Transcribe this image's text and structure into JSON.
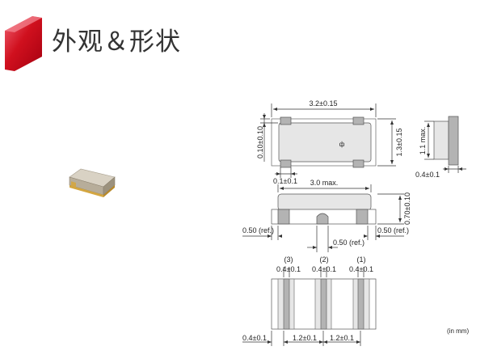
{
  "header": {
    "title": "外观＆形状"
  },
  "top_view": {
    "length": "3.2±0.15",
    "height": "1.3±0.15",
    "terminal_offset": "0.10±0.10",
    "terminal_inset": "0.1±0.1",
    "marking": "ф"
  },
  "side_view": {
    "height_max": "1.1 max.",
    "terminal_width": "0.4±0.1"
  },
  "front_view": {
    "body_length": "3.0 max.",
    "thickness": "0.70±0.10",
    "left_ref": "0.50 (ref.)",
    "right_ref": "0.50 (ref.)",
    "center_ref": "0.50 (ref.)"
  },
  "bottom_view": {
    "pins": [
      {
        "label": "(3)",
        "width": "0.4±0.1"
      },
      {
        "label": "(2)",
        "width": "0.4±0.1"
      },
      {
        "label": "(1)",
        "width": "0.4±0.1"
      }
    ],
    "edge": "0.4±0.1",
    "pitch_1": "1.2±0.1",
    "pitch_2": "1.2±0.1"
  },
  "unit_note": "(in mm)",
  "colors": {
    "accent": "#d0101e",
    "body_fill": "#e6e6e6",
    "terminal_fill": "#b3b3b3"
  }
}
